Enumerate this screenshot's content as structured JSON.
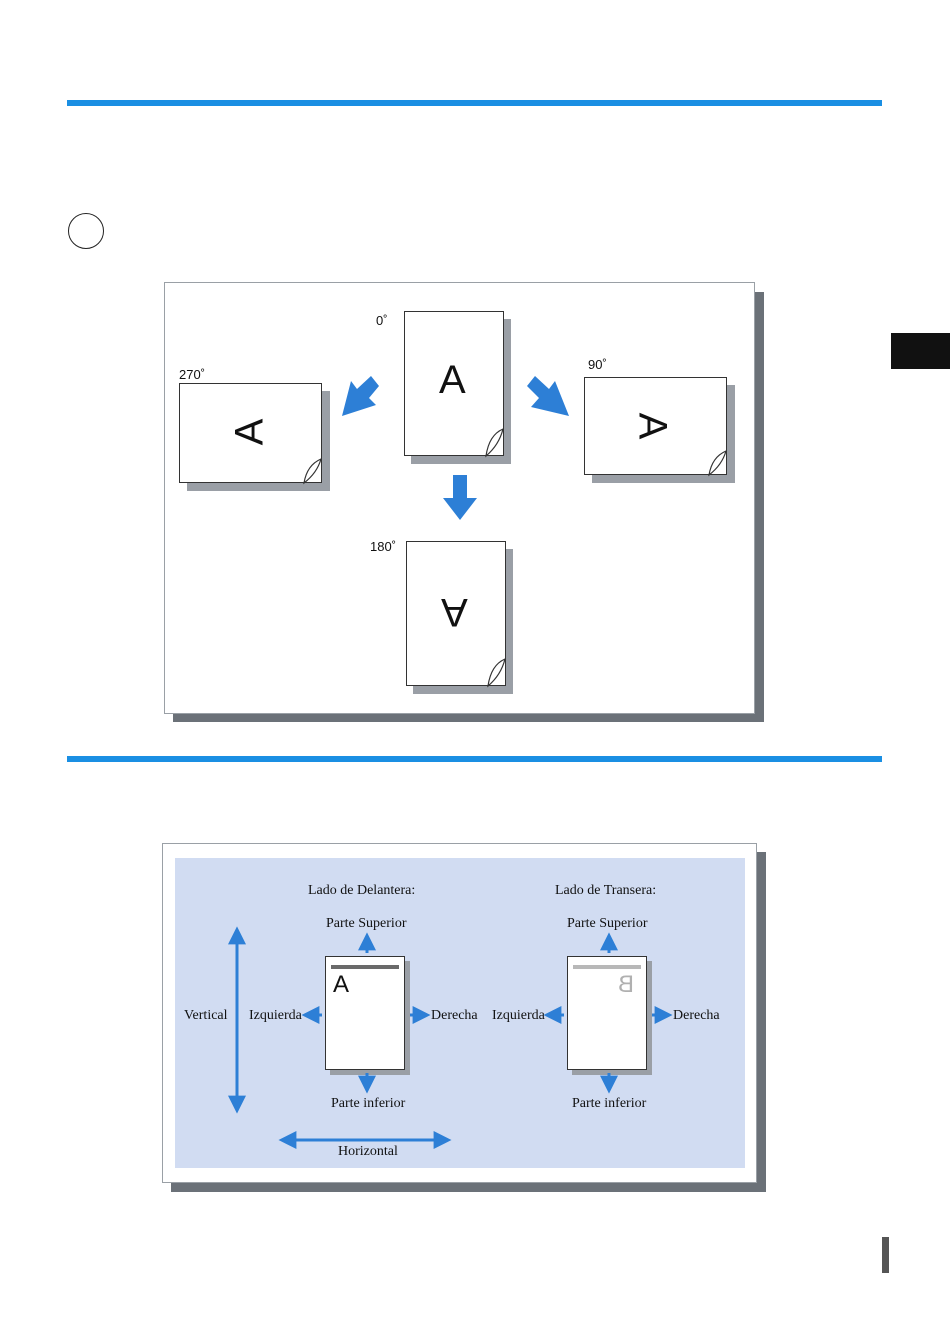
{
  "rotation_diagram": {
    "labels": {
      "deg_0": "0˚",
      "deg_90": "90˚",
      "deg_180": "180˚",
      "deg_270": "270˚"
    },
    "sheet_letter": "A"
  },
  "sides_diagram": {
    "front": {
      "title": "Lado de Delantera:",
      "top": "Parte Superior",
      "bottom": "Parte inferior",
      "left": "Izquierda",
      "right": "Derecha",
      "letter": "A"
    },
    "back": {
      "title": "Lado de Transera:",
      "top": "Parte Superior",
      "bottom": "Parte inferior",
      "left": "Izquierda",
      "right": "Derecha",
      "letter": "B"
    },
    "vertical": "Vertical",
    "horizontal": "Horizontal"
  },
  "colors": {
    "accent_rule": "#1a8fe3",
    "arrow_blue": "#2d7fd6",
    "panel_bg": "#d1dcf2",
    "shadow": "#6b7178"
  }
}
